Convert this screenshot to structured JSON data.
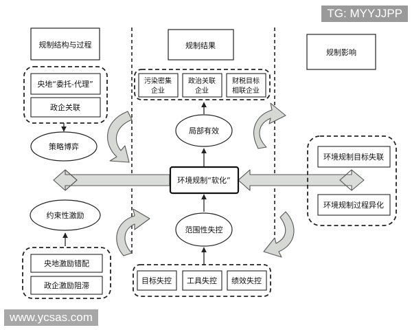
{
  "columns": {
    "left_title": "规制结构与过程",
    "middle_title": "规制结果",
    "right_title": "规制影响"
  },
  "left_top_group": {
    "item1": "央地“委托-代理”",
    "item2": "政企关联"
  },
  "left_bottom_group": {
    "item1": "央地激励错配",
    "item2": "政企激励阻滞"
  },
  "left_nodes": {
    "strategy": "策略博弈",
    "constraint": "约束性激励"
  },
  "middle_top_group": {
    "item1_line1": "污染密集",
    "item1_line2": "企业",
    "item2_line1": "政治关联",
    "item2_line2": "企业",
    "item3_line1": "财税目标",
    "item3_line2": "相联企业"
  },
  "middle_nodes": {
    "local_effective": "局部有效",
    "central": "环境规制“软化”",
    "range_loss": "范围性失控"
  },
  "middle_bottom_group": {
    "item1": "目标失控",
    "item2": "工具失控",
    "item3": "绩效失控"
  },
  "right_group": {
    "item1": "环境规制目标失联",
    "item2": "环境规制过程异化"
  },
  "watermarks": {
    "top": "TG: MYYJJPP",
    "bottom": "www.ycsas.com"
  },
  "colors": {
    "stroke": "#222222",
    "arrow_fill": "#d9dcd8",
    "arrow_stroke": "#555555",
    "curve_fill": "#d6d8d4"
  }
}
